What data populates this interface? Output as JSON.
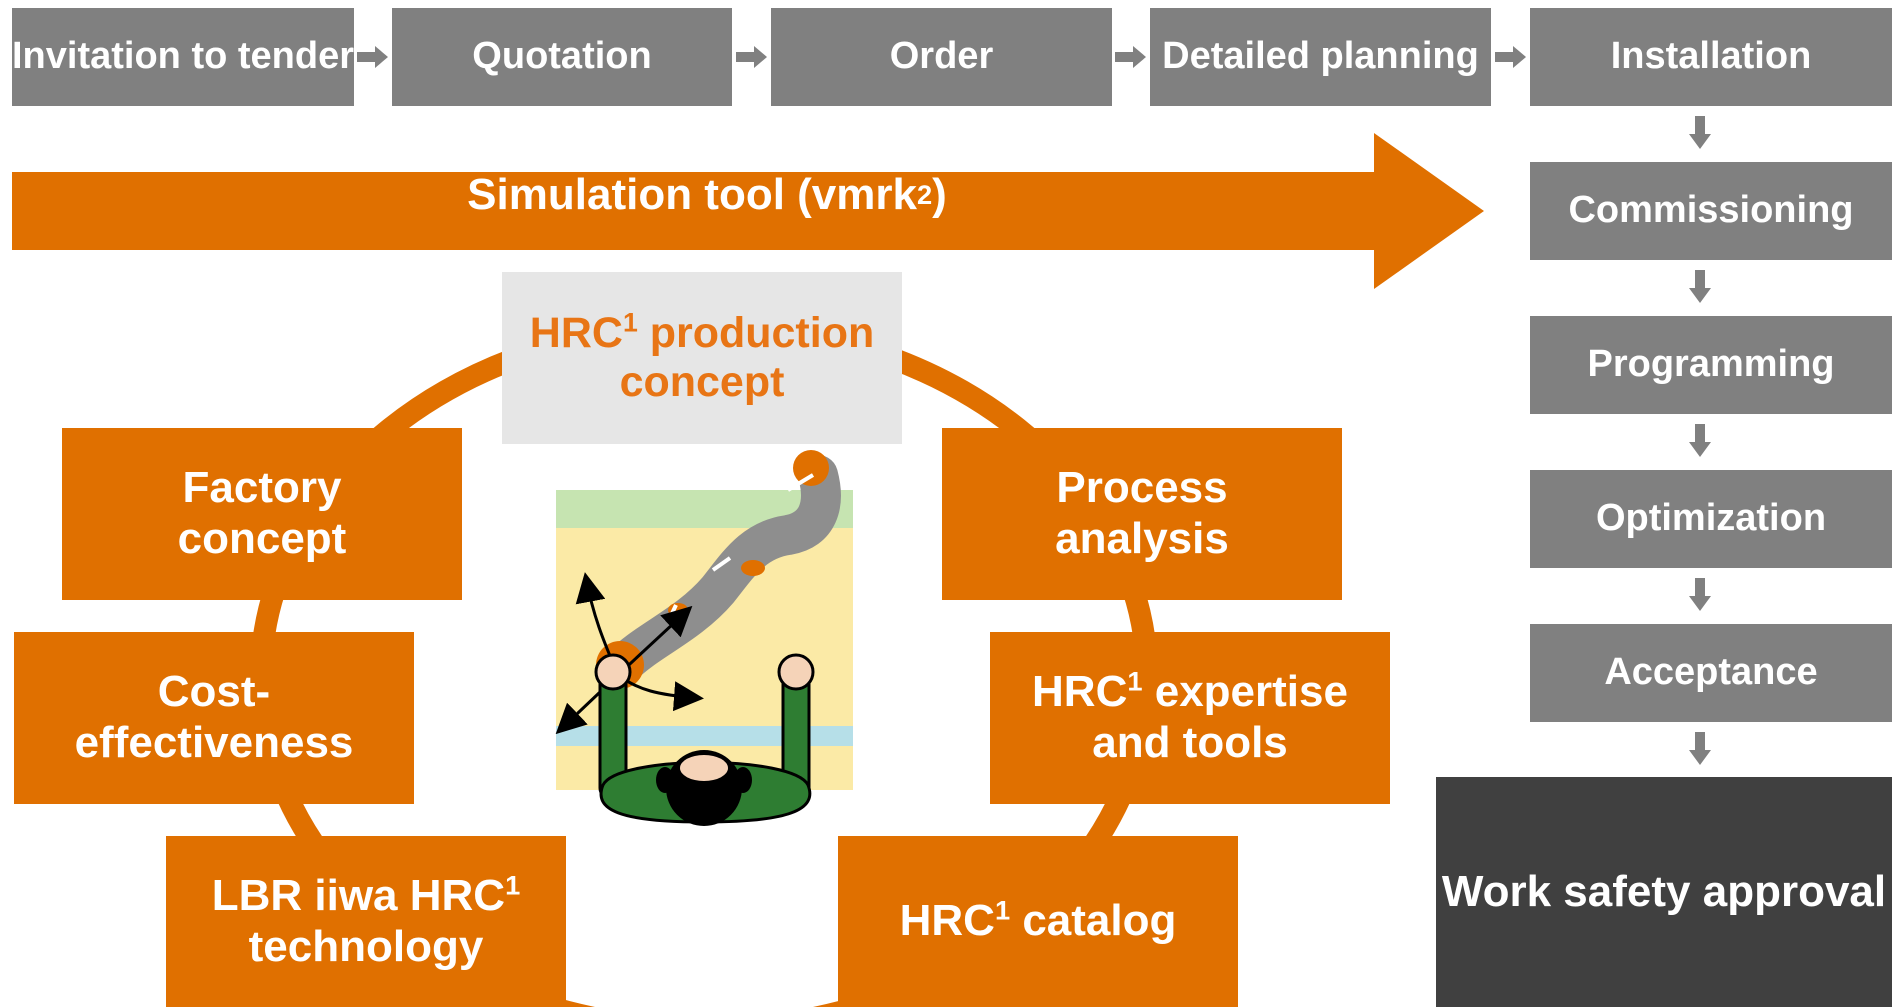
{
  "process_top": [
    "Invitation to tender",
    "Quotation",
    "Order",
    "Detailed planning",
    "Installation"
  ],
  "process_side": [
    "Commissioning",
    "Programming",
    "Optimization",
    "Acceptance"
  ],
  "final_step": "Work safety approval",
  "simulation": {
    "label": "Simulation tool (vmrk",
    "sup": "2",
    "close": ")"
  },
  "center": {
    "prefix": "HRC",
    "sup": "1",
    "line1_rest": " production",
    "line2": "concept"
  },
  "ring": {
    "factory": "Factory concept",
    "process": "Process analysis",
    "cost": "Cost-effectiveness",
    "expertise": {
      "prefix": "HRC",
      "sup": "1",
      "rest": " expertise and tools"
    },
    "lbr": {
      "prefix": "LBR iiwa HRC",
      "sup": "1",
      "line2": "technology"
    },
    "catalog": {
      "prefix": "HRC",
      "sup": "1",
      "rest": " catalog"
    }
  },
  "colors": {
    "orange": "#e07000",
    "grey": "#808080",
    "dark": "#404040",
    "light": "#e6e6e6",
    "title_orange": "#e87515"
  }
}
